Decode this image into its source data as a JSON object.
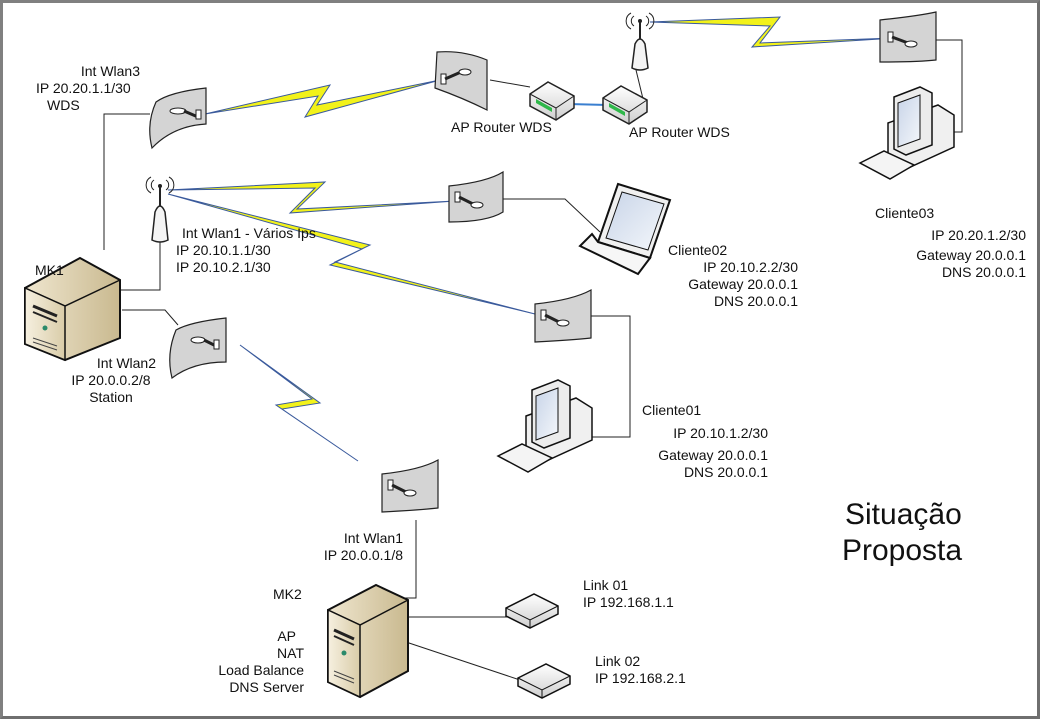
{
  "title": [
    "Situação",
    "Proposta"
  ],
  "mk1": {
    "name": "MK1",
    "wlan3": [
      "Int Wlan3",
      "IP 20.20.1.1/30",
      "WDS"
    ],
    "wlan1": [
      "Int Wlan1 - Vários Ips",
      "IP 20.10.1.1/30",
      "IP 20.10.2.1/30"
    ],
    "wlan2": [
      "Int Wlan2",
      "IP 20.0.0.2/8",
      "Station"
    ]
  },
  "ap_router_1": "AP Router WDS",
  "ap_router_2": "AP Router WDS",
  "cliente01": [
    "Cliente01",
    "IP 20.10.1.2/30",
    "Gateway 20.0.0.1",
    "DNS 20.0.0.1"
  ],
  "cliente02": [
    "Cliente02",
    "IP 20.10.2.2/30",
    "Gateway 20.0.0.1",
    "DNS 20.0.0.1"
  ],
  "cliente03": [
    "Cliente03",
    "IP 20.20.1.2/30",
    "Gateway 20.0.0.1",
    "DNS 20.0.0.1"
  ],
  "mk2": {
    "name": "MK2",
    "wlan1": [
      "Int Wlan1",
      "IP 20.0.0.1/8"
    ],
    "roles": [
      "AP",
      "NAT",
      "Load Balance",
      "DNS Server"
    ]
  },
  "link01": [
    "Link 01",
    "IP 192.168.1.1"
  ],
  "link02": [
    "Link 02",
    "IP 192.168.2.1"
  ],
  "colors": {
    "bolt": "#f2f21a",
    "bolt_edge": "#3a5a9c",
    "panel": "#d4d4d4",
    "server": "#e8dcc0",
    "router_led": "#2fb84a"
  }
}
